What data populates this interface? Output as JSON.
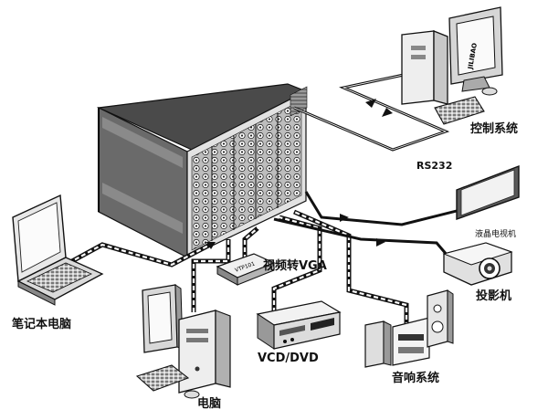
{
  "labels": {
    "control_system": "控制系统",
    "rs232": "RS232",
    "lcd_tv": "液晶电视机",
    "projector": "投影机",
    "video_to_vga": "视频转VGA",
    "laptop": "笔记本电脑",
    "vcd_dvd": "VCD/DVD",
    "audio_system": "音响系统",
    "pc": "电脑"
  },
  "device_text": {
    "converter_model": "VTP101",
    "monitor_brand": "JILIBAO"
  }
}
